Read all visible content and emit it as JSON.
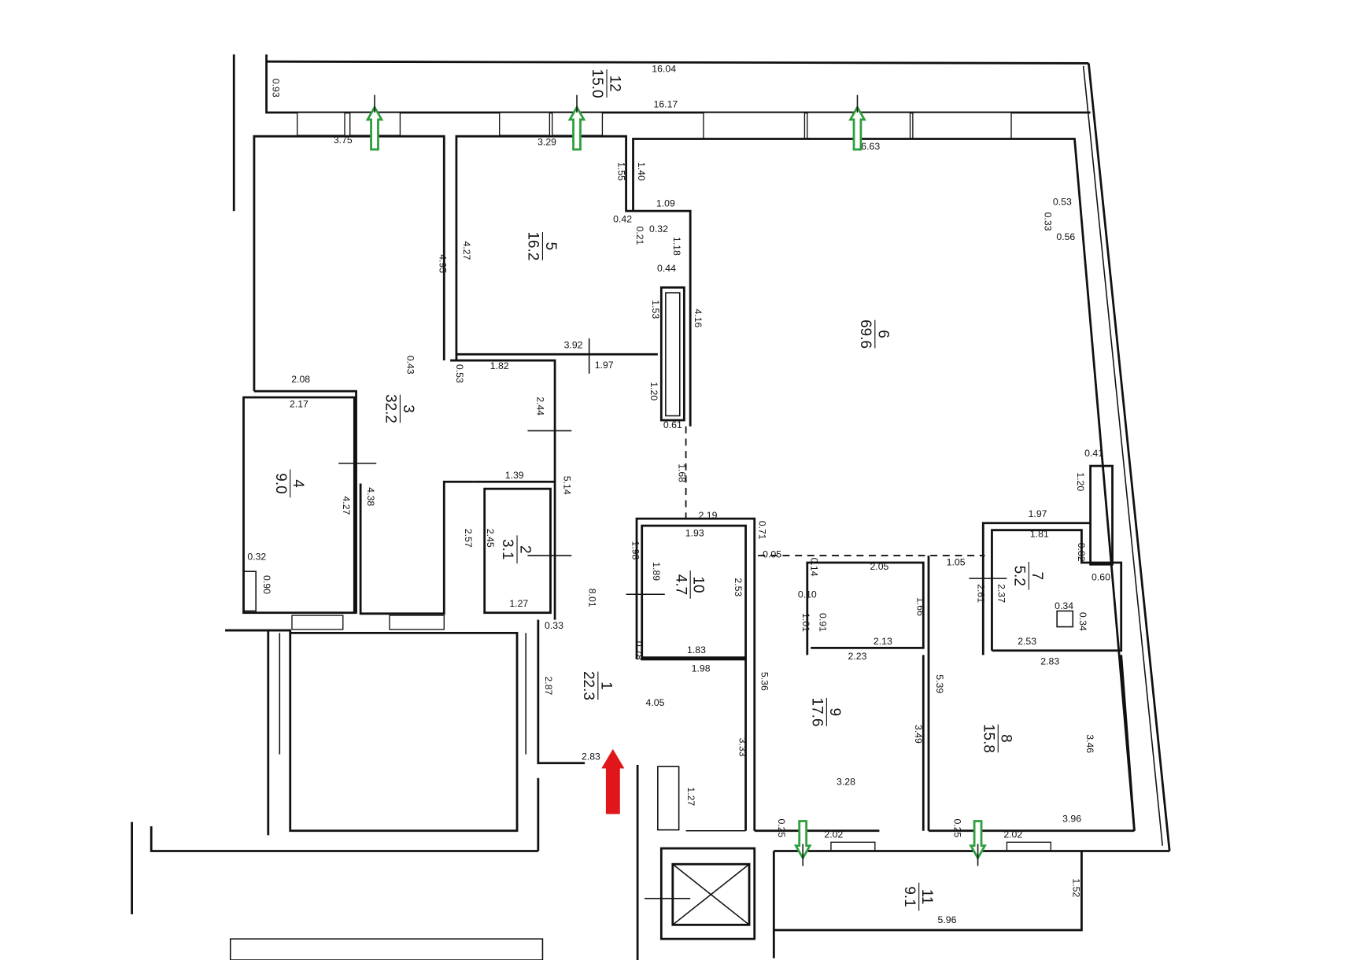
{
  "rooms": [
    {
      "number": "12",
      "area": "15.0"
    },
    {
      "number": "5",
      "area": "16.2"
    },
    {
      "number": "6",
      "area": "69.6"
    },
    {
      "number": "3",
      "area": "32.2"
    },
    {
      "number": "4",
      "area": "9.0"
    },
    {
      "number": "2",
      "area": "3.1"
    },
    {
      "number": "10",
      "area": "4.7"
    },
    {
      "number": "1",
      "area": "22.3"
    },
    {
      "number": "9",
      "area": "17.6"
    },
    {
      "number": "8",
      "area": "15.8"
    },
    {
      "number": "7",
      "area": "5.2"
    },
    {
      "number": "11",
      "area": "9.1"
    }
  ],
  "dimensions": [
    "16.04",
    "16.17",
    "0.93",
    "3.75",
    "3.29",
    "6.63",
    "1.55",
    "1.40",
    "1.09",
    "0.42",
    "0.32",
    "0.21",
    "1.18",
    "0.44",
    "1.53",
    "4.16",
    "4.27",
    "4.95",
    "0.53",
    "0.33",
    "0.56",
    "3.92",
    "1.97",
    "1.82",
    "0.53",
    "1.20",
    "0.61",
    "0.43",
    "2.08",
    "2.17",
    "2.44",
    "1.68",
    "1.39",
    "5.14",
    "4.38",
    "4.27",
    "0.41",
    "1.20",
    "2.19",
    "1.93",
    "0.71",
    "0.05",
    "1.98",
    "1.89",
    "2.53",
    "2.57",
    "2.45",
    "1.27",
    "0.32",
    "0.90",
    "8.01",
    "0.33",
    "0.78",
    "1.83",
    "1.98",
    "2.87",
    "4.05",
    "5.36",
    "2.05",
    "0.14",
    "0.10",
    "1.01",
    "0.91",
    "1.66",
    "2.13",
    "2.23",
    "1.05",
    "1.97",
    "1.81",
    "0.82",
    "0.60",
    "2.37",
    "2.61",
    "0.34",
    "0.34",
    "2.53",
    "2.83",
    "5.39",
    "3.49",
    "3.46",
    "3.28",
    "3.33",
    "2.83",
    "1.27",
    "0.25",
    "2.02",
    "0.25",
    "2.02",
    "3.96",
    "1.52",
    "5.96"
  ],
  "arrows": {
    "window_color": "#2e9e3e",
    "entrance_color": "#e0161b"
  }
}
